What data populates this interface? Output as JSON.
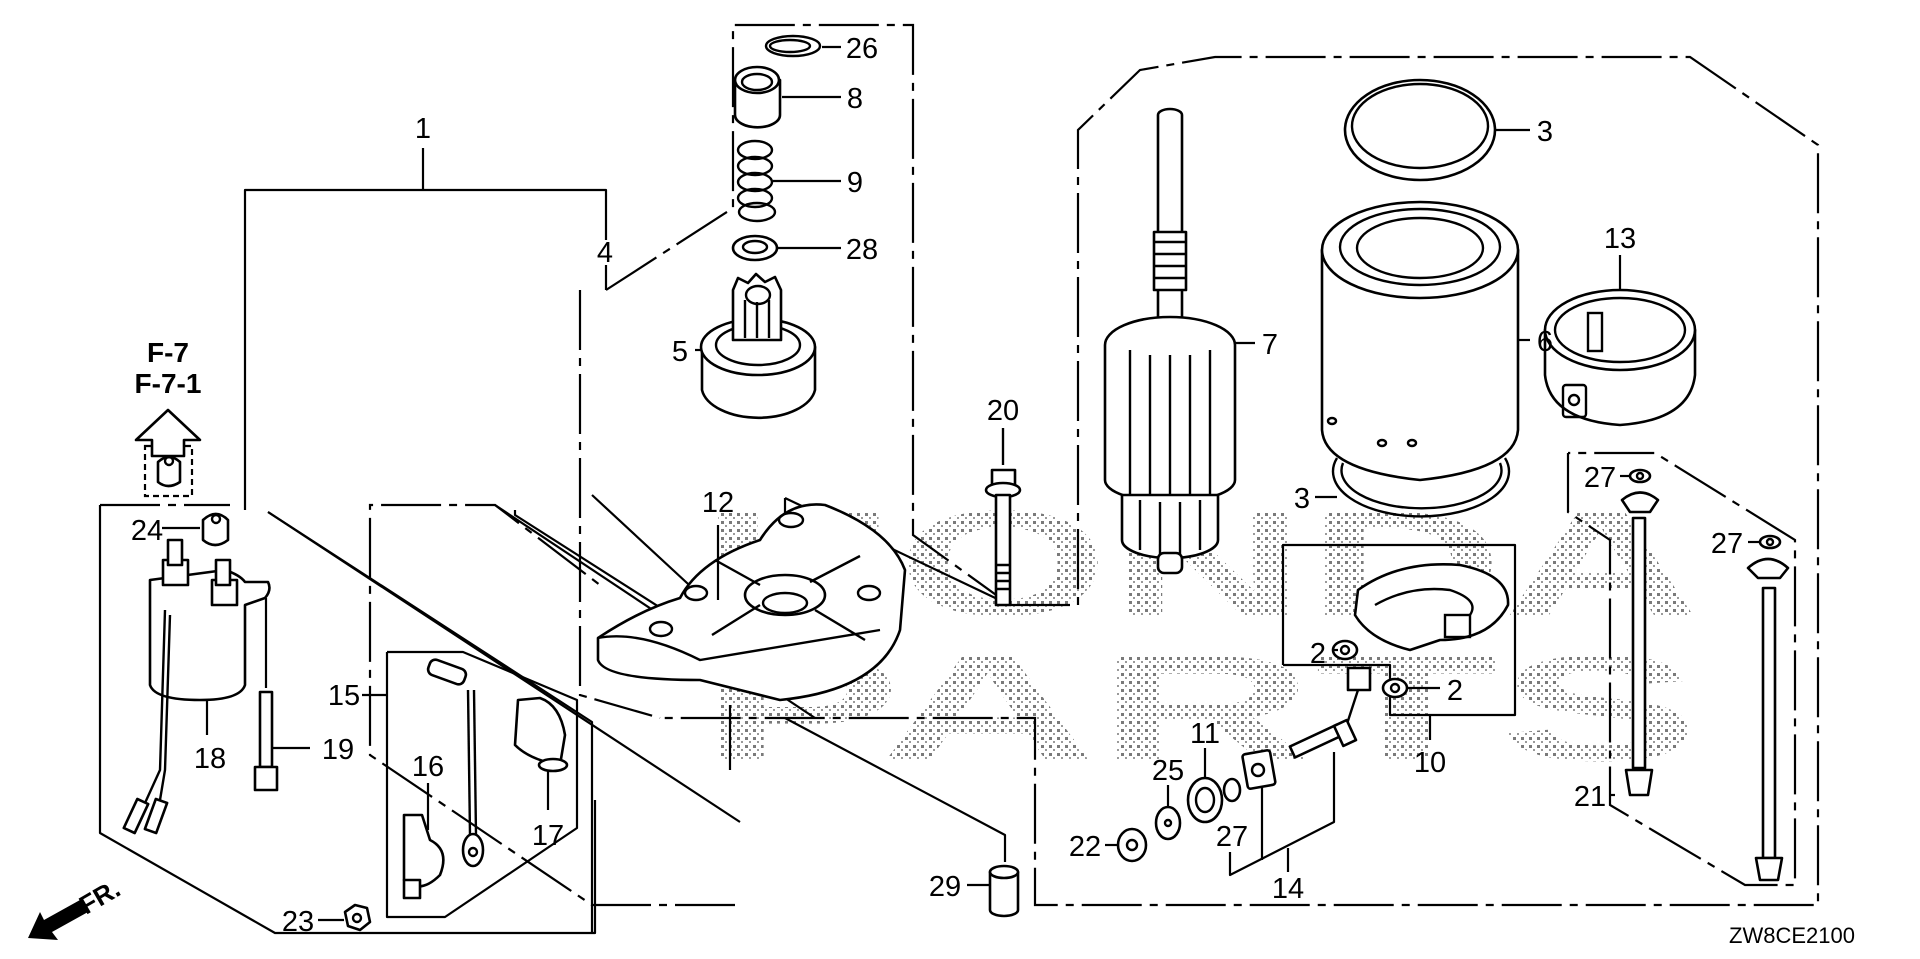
{
  "diagram": {
    "title": "Starter Motor Exploded Parts Diagram",
    "code": "ZW8CE2100",
    "front_indicator": "FR.",
    "reference": {
      "line1": "F-7",
      "line2": "F-7-1"
    },
    "watermark": [
      "HONDA",
      "PARTS"
    ],
    "callouts": [
      {
        "id": "c1",
        "label": "1",
        "part": "starter-motor-assembly"
      },
      {
        "id": "c2a",
        "label": "2",
        "part": "brush-spring"
      },
      {
        "id": "c2b",
        "label": "2",
        "part": "brush-spring"
      },
      {
        "id": "c3a",
        "label": "3",
        "part": "o-ring-top"
      },
      {
        "id": "c3b",
        "label": "3",
        "part": "o-ring-bottom"
      },
      {
        "id": "c4",
        "label": "4",
        "part": "drive-assembly-set"
      },
      {
        "id": "c5",
        "label": "5",
        "part": "starter-drive-pinion"
      },
      {
        "id": "c6",
        "label": "6",
        "part": "yoke-assembly"
      },
      {
        "id": "c7",
        "label": "7",
        "part": "armature"
      },
      {
        "id": "c8",
        "label": "8",
        "part": "stop-collar"
      },
      {
        "id": "c9",
        "label": "9",
        "part": "pinion-spring"
      },
      {
        "id": "c10",
        "label": "10",
        "part": "brush-holder-assembly"
      },
      {
        "id": "c11",
        "label": "11",
        "part": "insulator-grommet"
      },
      {
        "id": "c12",
        "label": "12",
        "part": "front-cover-bracket"
      },
      {
        "id": "c13",
        "label": "13",
        "part": "rear-cover"
      },
      {
        "id": "c14",
        "label": "14",
        "part": "terminal-set"
      },
      {
        "id": "c15",
        "label": "15",
        "part": "cable-set"
      },
      {
        "id": "c16",
        "label": "16",
        "part": "starter-cable"
      },
      {
        "id": "c17",
        "label": "17",
        "part": "terminal-cap"
      },
      {
        "id": "c18",
        "label": "18",
        "part": "starter-solenoid"
      },
      {
        "id": "c19",
        "label": "19",
        "part": "flange-bolt"
      },
      {
        "id": "c20",
        "label": "20",
        "part": "flange-bolt"
      },
      {
        "id": "c21",
        "label": "21",
        "part": "through-bolt"
      },
      {
        "id": "c22",
        "label": "22",
        "part": "flange-nut"
      },
      {
        "id": "c23",
        "label": "23",
        "part": "nut"
      },
      {
        "id": "c24",
        "label": "24",
        "part": "cap-nut"
      },
      {
        "id": "c25",
        "label": "25",
        "part": "washer"
      },
      {
        "id": "c26",
        "label": "26",
        "part": "snap-ring"
      },
      {
        "id": "c27a",
        "label": "27",
        "part": "o-ring-small"
      },
      {
        "id": "c27b",
        "label": "27",
        "part": "o-ring-small"
      },
      {
        "id": "c27c",
        "label": "27",
        "part": "o-ring-small"
      },
      {
        "id": "c28",
        "label": "28",
        "part": "thrust-washer"
      },
      {
        "id": "c29",
        "label": "29",
        "part": "collar"
      }
    ]
  }
}
